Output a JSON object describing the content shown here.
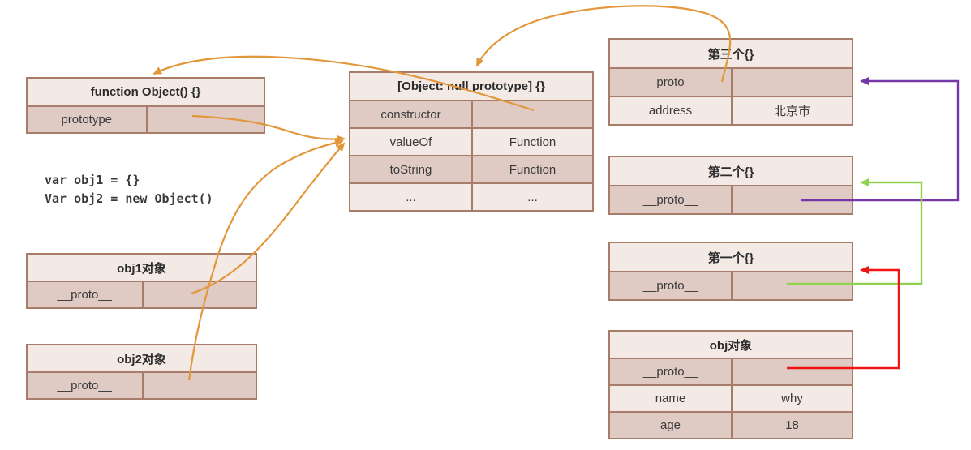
{
  "colors": {
    "orange": "#E2973B",
    "purple": "#7638A8",
    "green": "#92D050",
    "red": "#F01414",
    "table_border": "#A87C6A",
    "row_light_bg": "#F3E9E5",
    "row_dark_bg": "#DFCBC4",
    "text": "#3A3A3A"
  },
  "code": {
    "line1": "var obj1 = {}",
    "line2": "Var obj2 = new Object()"
  },
  "tables": {
    "function_object": {
      "title": "function Object() {}",
      "rows": [
        {
          "key": "prototype",
          "value": ""
        }
      ]
    },
    "null_prototype": {
      "title": "[Object: null prototype] {}",
      "rows": [
        {
          "key": "constructor",
          "value": ""
        },
        {
          "key": "valueOf",
          "value": "Function"
        },
        {
          "key": "toString",
          "value": "Function"
        },
        {
          "key": "...",
          "value": "..."
        }
      ]
    },
    "obj1": {
      "title": "obj1对象",
      "rows": [
        {
          "key": "__proto__",
          "value": ""
        }
      ]
    },
    "obj2": {
      "title": "obj2对象",
      "rows": [
        {
          "key": "__proto__",
          "value": ""
        }
      ]
    },
    "third": {
      "title": "第三个{}",
      "rows": [
        {
          "key": "__proto__",
          "value": ""
        },
        {
          "key": "address",
          "value": "北京市"
        }
      ]
    },
    "second": {
      "title": "第二个{}",
      "rows": [
        {
          "key": "__proto__",
          "value": ""
        }
      ]
    },
    "first": {
      "title": "第一个{}",
      "rows": [
        {
          "key": "__proto__",
          "value": ""
        }
      ]
    },
    "obj": {
      "title": "obj对象",
      "rows": [
        {
          "key": "__proto__",
          "value": ""
        },
        {
          "key": "name",
          "value": "why"
        },
        {
          "key": "age",
          "value": "18"
        }
      ]
    }
  },
  "arrows": [
    {
      "name": "constructor-to-function-object",
      "color_key": "orange",
      "from": "null_prototype.constructor",
      "to": "function_object"
    },
    {
      "name": "prototype-to-null-prototype",
      "color_key": "orange",
      "from": "function_object.prototype",
      "to": "null_prototype"
    },
    {
      "name": "obj1-proto-to-null-prototype",
      "color_key": "orange",
      "from": "obj1.__proto__",
      "to": "null_prototype"
    },
    {
      "name": "obj2-proto-to-null-prototype",
      "color_key": "orange",
      "from": "obj2.__proto__",
      "to": "null_prototype"
    },
    {
      "name": "third-proto-to-null-prototype",
      "color_key": "orange",
      "from": "third.__proto__",
      "to": "null_prototype"
    },
    {
      "name": "second-proto-to-third",
      "color_key": "purple",
      "from": "second.__proto__",
      "to": "third"
    },
    {
      "name": "first-proto-to-second",
      "color_key": "green",
      "from": "first.__proto__",
      "to": "second"
    },
    {
      "name": "obj-proto-to-first",
      "color_key": "red",
      "from": "obj.__proto__",
      "to": "first"
    }
  ]
}
